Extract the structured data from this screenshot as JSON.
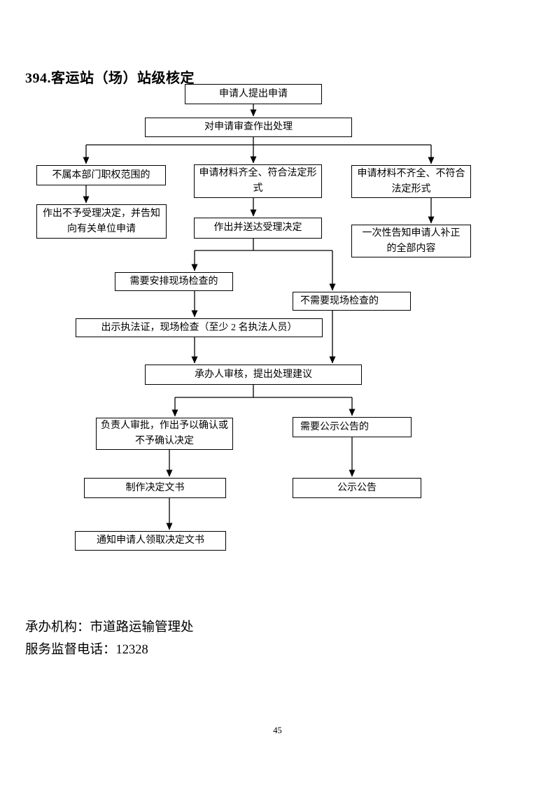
{
  "page": {
    "title": "394.客运站（场）站级核定",
    "page_number": "45",
    "footer": {
      "agency": "承办机构：市道路运输管理处",
      "hotline": "服务监督电话：12328"
    }
  },
  "flowchart": {
    "boxes": [
      {
        "id": "apply",
        "label": "申请人提出申请"
      },
      {
        "id": "review",
        "label": "对申请审查作出处理"
      },
      {
        "id": "outside-authority",
        "label": "不属本部门职权范围的"
      },
      {
        "id": "reject-decision",
        "label": "作出不予受理决定，并告知\n向有关单位申请"
      },
      {
        "id": "materials-complete",
        "label": "申请材料齐全、符合法定形\n式"
      },
      {
        "id": "materials-incomplete",
        "label": "申请材料不齐全、不符合\n法定形式"
      },
      {
        "id": "acceptance-decision",
        "label": "作出并送达受理决定"
      },
      {
        "id": "one-time-notice",
        "label": "一次性告知申请人补正\n的全部内容"
      },
      {
        "id": "need-inspection",
        "label": "需要安排现场检查的"
      },
      {
        "id": "no-inspection",
        "label": "不需要现场检查的"
      },
      {
        "id": "show-credentials",
        "label": "出示执法证，现场检查（至少 2 名执法人员）"
      },
      {
        "id": "handler-review",
        "label": "承办人审核，提出处理建议"
      },
      {
        "id": "leader-approval",
        "label": "负责人审批，作出予以确认或\n不予确认决定"
      },
      {
        "id": "need-publicity",
        "label": "需要公示公告的"
      },
      {
        "id": "make-document",
        "label": "制作决定文书"
      },
      {
        "id": "publicity",
        "label": "公示公告"
      },
      {
        "id": "notify-collect",
        "label": "通知申请人领取决定文书"
      }
    ],
    "edges": [
      {
        "from": "apply",
        "to": "review"
      },
      {
        "from": "review",
        "to": "outside-authority"
      },
      {
        "from": "review",
        "to": "materials-complete"
      },
      {
        "from": "review",
        "to": "materials-incomplete"
      },
      {
        "from": "outside-authority",
        "to": "reject-decision"
      },
      {
        "from": "materials-complete",
        "to": "acceptance-decision"
      },
      {
        "from": "materials-incomplete",
        "to": "one-time-notice"
      },
      {
        "from": "acceptance-decision",
        "to": "need-inspection"
      },
      {
        "from": "acceptance-decision",
        "to": "no-inspection"
      },
      {
        "from": "need-inspection",
        "to": "show-credentials"
      },
      {
        "from": "show-credentials",
        "to": "handler-review"
      },
      {
        "from": "no-inspection",
        "to": "handler-review"
      },
      {
        "from": "handler-review",
        "to": "leader-approval"
      },
      {
        "from": "handler-review",
        "to": "need-publicity"
      },
      {
        "from": "leader-approval",
        "to": "make-document"
      },
      {
        "from": "make-document",
        "to": "notify-collect"
      },
      {
        "from": "need-publicity",
        "to": "publicity"
      }
    ],
    "line_color": "#000000"
  }
}
